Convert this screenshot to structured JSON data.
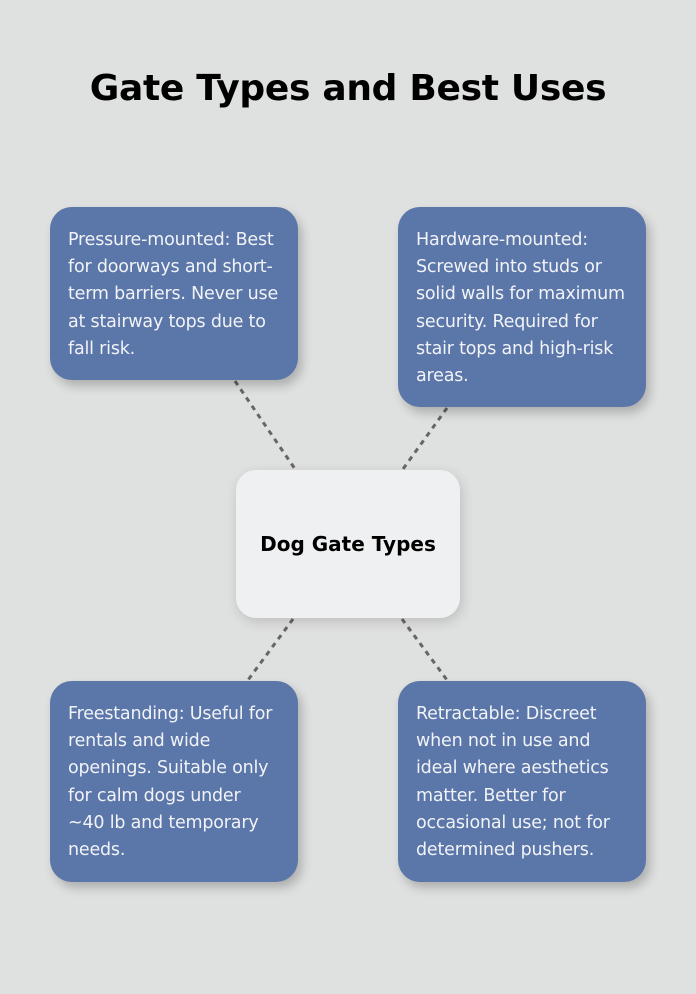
{
  "title": "Gate Types and Best Uses",
  "center": {
    "label": "Dog Gate Types",
    "background": "#eff0f2"
  },
  "colors": {
    "page_background": "#dfe0e0",
    "node_fill": "#5b76a8",
    "node_text": "#f1f3f7",
    "connector": "#666666"
  },
  "nodes": [
    {
      "position": "top-left",
      "text": "Pressure-mounted: Best for doorways and short-term barriers. Never use at stairway tops due to fall risk."
    },
    {
      "position": "top-right",
      "text": "Hardware-mounted: Screwed into studs or solid walls for maximum security. Required for stair tops and high-risk areas."
    },
    {
      "position": "bottom-left",
      "text": "Freestanding: Useful for rentals and wide openings. Suitable only for calm dogs under ~40 lb and temporary needs."
    },
    {
      "position": "bottom-right",
      "text": "Retractable: Discreet when not in use and ideal where aesthetics matter. Better for occasional use; not for determined pushers."
    }
  ]
}
